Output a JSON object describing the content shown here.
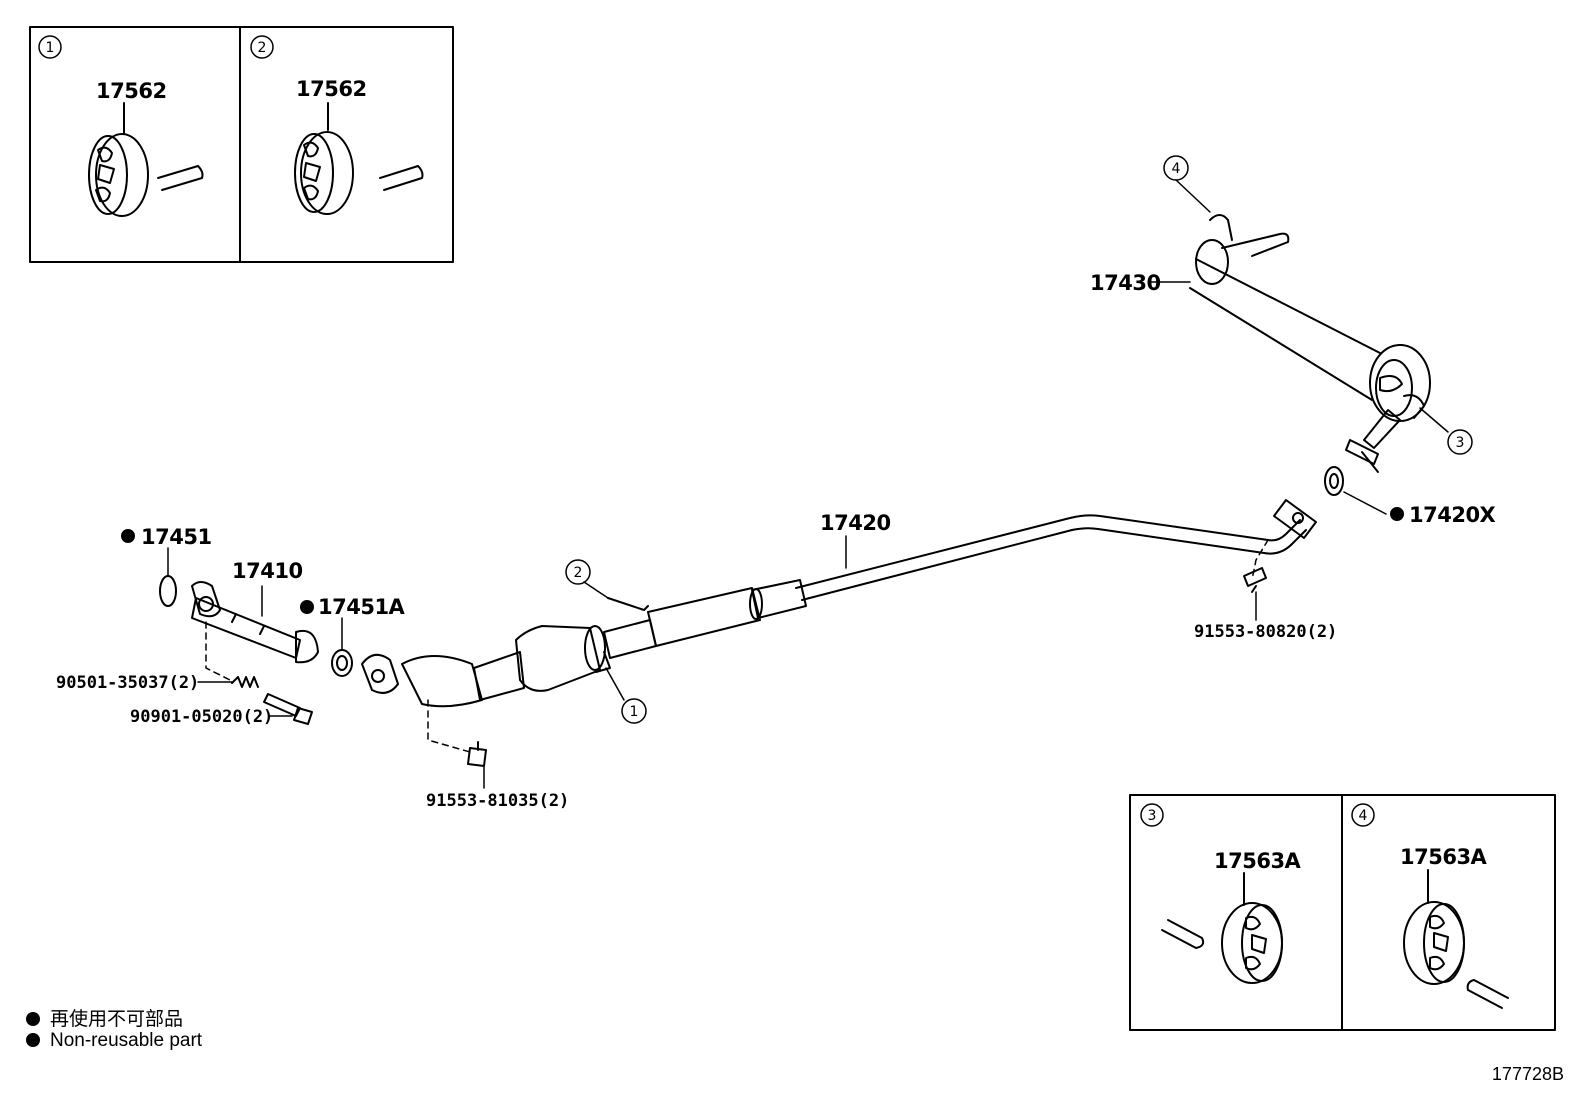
{
  "insets": [
    {
      "index": "1",
      "part": "17562"
    },
    {
      "index": "2",
      "part": "17562"
    },
    {
      "index": "3",
      "part": "17563A"
    },
    {
      "index": "4",
      "part": "17563A"
    }
  ],
  "callouts": {
    "c1": "1",
    "c2": "2",
    "c3": "3",
    "c4": "4"
  },
  "parts": {
    "p17430": "17430",
    "p17420": "17420",
    "p17420x": "17420X",
    "p17451": "17451",
    "p17410": "17410",
    "p17451a": "17451A",
    "p90501": "90501-35037(2)",
    "p90901": "90901-05020(2)",
    "p91553_81035": "91553-81035(2)",
    "p91553_80820": "91553-80820(2)"
  },
  "legend": {
    "line_jp": "再使用不可部品",
    "line_en": "Non-reusable part"
  },
  "figure_code": "177728B"
}
